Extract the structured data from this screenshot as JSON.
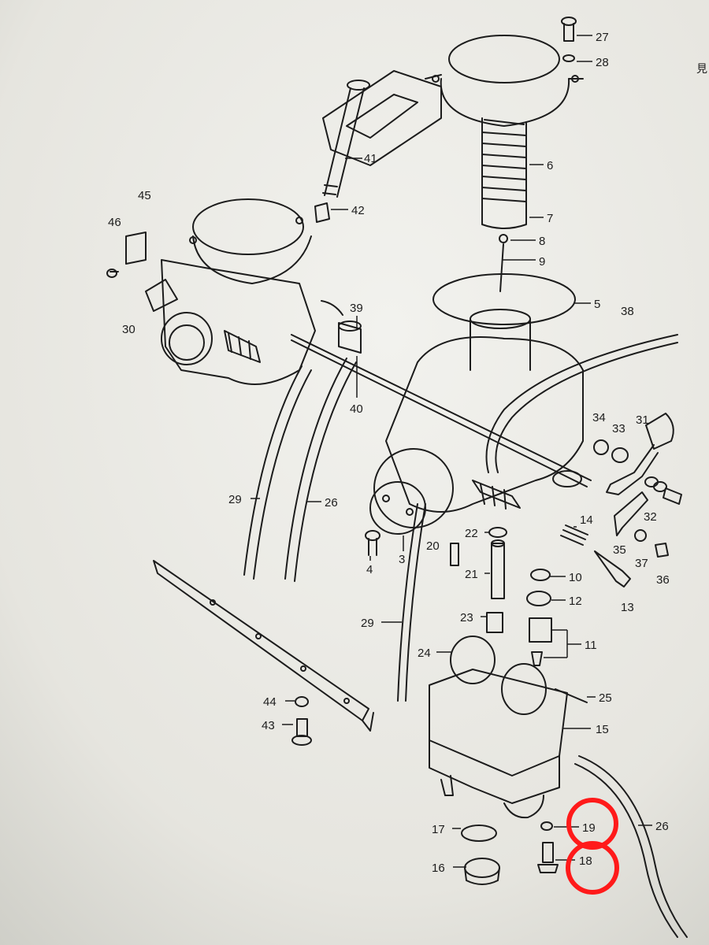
{
  "diagram": {
    "side_glyph": "見",
    "parts": [
      {
        "id": "p27",
        "num": "27"
      },
      {
        "id": "p28",
        "num": "28"
      },
      {
        "id": "p41",
        "num": "41"
      },
      {
        "id": "p6",
        "num": "6"
      },
      {
        "id": "p7",
        "num": "7"
      },
      {
        "id": "p8",
        "num": "8"
      },
      {
        "id": "p9",
        "num": "9"
      },
      {
        "id": "p5",
        "num": "5"
      },
      {
        "id": "p38",
        "num": "38"
      },
      {
        "id": "p45",
        "num": "45"
      },
      {
        "id": "p46",
        "num": "46"
      },
      {
        "id": "p42",
        "num": "42"
      },
      {
        "id": "p30",
        "num": "30"
      },
      {
        "id": "p39",
        "num": "39"
      },
      {
        "id": "p40",
        "num": "40"
      },
      {
        "id": "p34",
        "num": "34"
      },
      {
        "id": "p33",
        "num": "33"
      },
      {
        "id": "p31",
        "num": "31"
      },
      {
        "id": "p32",
        "num": "32"
      },
      {
        "id": "p29a",
        "num": "29"
      },
      {
        "id": "p26a",
        "num": "26"
      },
      {
        "id": "p22",
        "num": "22"
      },
      {
        "id": "p14",
        "num": "14"
      },
      {
        "id": "p35",
        "num": "35"
      },
      {
        "id": "p37",
        "num": "37"
      },
      {
        "id": "p36",
        "num": "36"
      },
      {
        "id": "p4",
        "num": "4"
      },
      {
        "id": "p3",
        "num": "3"
      },
      {
        "id": "p20",
        "num": "20"
      },
      {
        "id": "p21",
        "num": "21"
      },
      {
        "id": "p10",
        "num": "10"
      },
      {
        "id": "p12",
        "num": "12"
      },
      {
        "id": "p13",
        "num": "13"
      },
      {
        "id": "p29b",
        "num": "29"
      },
      {
        "id": "p23",
        "num": "23"
      },
      {
        "id": "p11",
        "num": "11"
      },
      {
        "id": "p24",
        "num": "24"
      },
      {
        "id": "p25",
        "num": "25"
      },
      {
        "id": "p44",
        "num": "44"
      },
      {
        "id": "p43",
        "num": "43"
      },
      {
        "id": "p15",
        "num": "15"
      },
      {
        "id": "p17",
        "num": "17"
      },
      {
        "id": "p19",
        "num": "19"
      },
      {
        "id": "p26b",
        "num": "26"
      },
      {
        "id": "p16",
        "num": "16"
      },
      {
        "id": "p18",
        "num": "18"
      }
    ],
    "highlighted_parts": [
      "19",
      "18"
    ],
    "highlight_color": "#ff1a1a",
    "ink_color": "#1c1c1c",
    "paper_color": "#ecebe6"
  }
}
